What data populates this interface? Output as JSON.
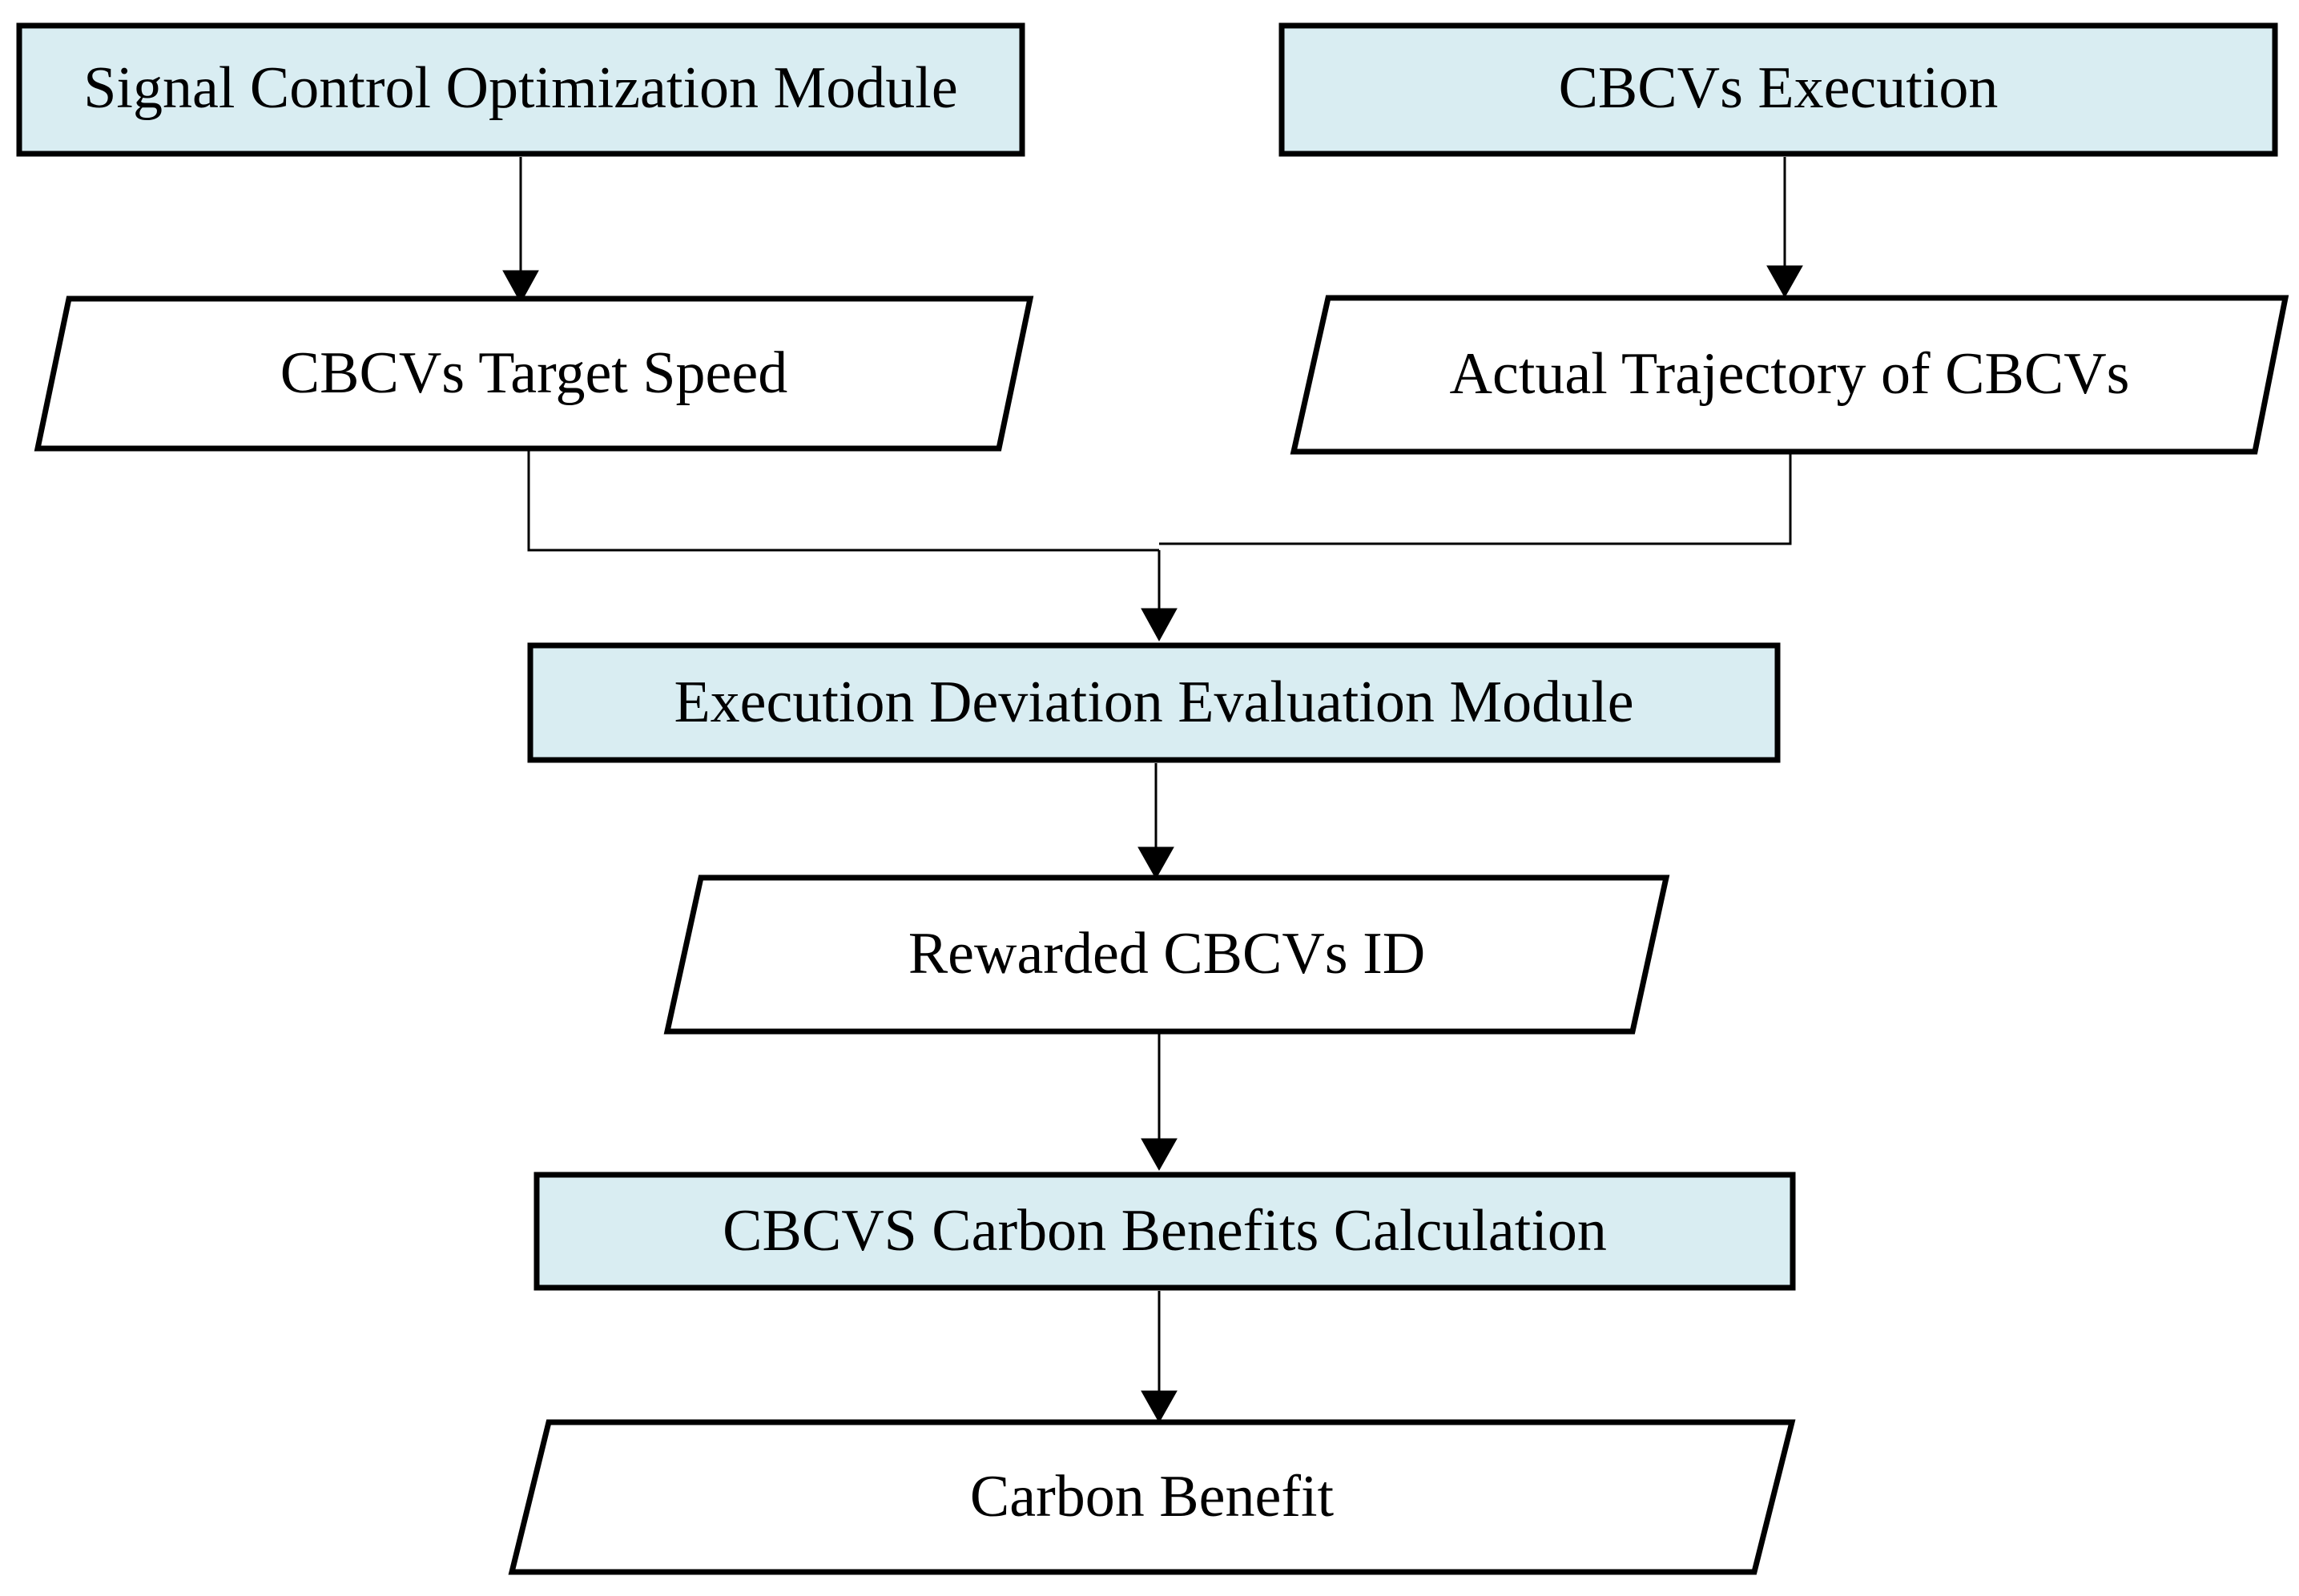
{
  "diagram": {
    "type": "flowchart",
    "nodes": {
      "signal_control": {
        "label": "Signal Control Optimization Module",
        "shape": "rectangle",
        "kind": "module"
      },
      "cbcvs_execution": {
        "label": "CBCVs Execution",
        "shape": "rectangle",
        "kind": "module"
      },
      "target_speed": {
        "label": "CBCVs Target Speed",
        "shape": "parallelogram",
        "kind": "data"
      },
      "actual_trajectory": {
        "label": "Actual Trajectory of CBCVs",
        "shape": "parallelogram",
        "kind": "data"
      },
      "execution_deviation": {
        "label": "Execution Deviation Evaluation Module",
        "shape": "rectangle",
        "kind": "module"
      },
      "rewarded_id": {
        "label": "Rewarded CBCVs ID",
        "shape": "parallelogram",
        "kind": "data"
      },
      "carbon_calc": {
        "label": "CBCVS Carbon Benefits Calculation",
        "shape": "rectangle",
        "kind": "module"
      },
      "carbon_benefit": {
        "label": "Carbon Benefit",
        "shape": "parallelogram",
        "kind": "data"
      }
    },
    "edges": [
      {
        "from": "signal_control",
        "to": "target_speed"
      },
      {
        "from": "cbcvs_execution",
        "to": "actual_trajectory"
      },
      {
        "from": "target_speed",
        "to": "execution_deviation"
      },
      {
        "from": "actual_trajectory",
        "to": "execution_deviation"
      },
      {
        "from": "execution_deviation",
        "to": "rewarded_id"
      },
      {
        "from": "rewarded_id",
        "to": "carbon_calc"
      },
      {
        "from": "carbon_calc",
        "to": "carbon_benefit"
      }
    ],
    "colors": {
      "module_fill": "#d9edf2",
      "data_fill": "#ffffff",
      "stroke": "#000000",
      "arrow": "#000000",
      "background": "#ffffff",
      "text": "#000000"
    }
  }
}
